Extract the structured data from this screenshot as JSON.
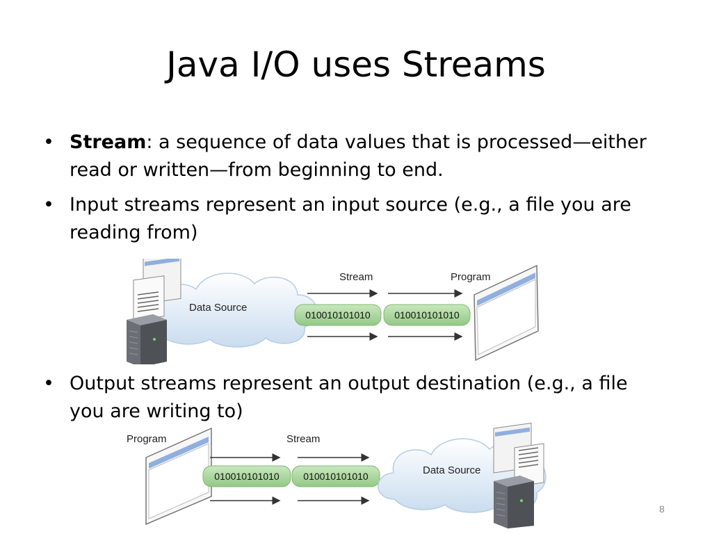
{
  "slide": {
    "title": "Java I/O uses Streams",
    "page_number": "8"
  },
  "bullets": [
    {
      "marker": "•",
      "bold_term": "Stream",
      "text": ": a sequence of data values that is processed—either read or written—from beginning to end."
    },
    {
      "marker": "•",
      "text": "Input streams represent an input source (e.g., a file you are reading from)"
    },
    {
      "marker": "•",
      "text": "Output streams represent an output destination (e.g., a file you are writing to)"
    }
  ],
  "input_diagram": {
    "source_label": "Data Source",
    "stream_label": "Stream",
    "program_label": "Program",
    "packets": [
      "010010101010",
      "010010101010"
    ]
  },
  "output_diagram": {
    "program_label": "Program",
    "stream_label": "Stream",
    "destination_label": "Data Source",
    "packets": [
      "010010101010",
      "010010101010"
    ]
  },
  "icons": [
    "server-icon",
    "document-icon",
    "cloud-icon",
    "program-window-icon",
    "arrow-icon"
  ],
  "colors": {
    "cloud": "#dde9f5",
    "cloud_edge": "#b7cde3",
    "packet": "#a9d69c",
    "packet_edge": "#7fb873",
    "window_bar": "#8fb0de",
    "server": "#5c6066"
  }
}
